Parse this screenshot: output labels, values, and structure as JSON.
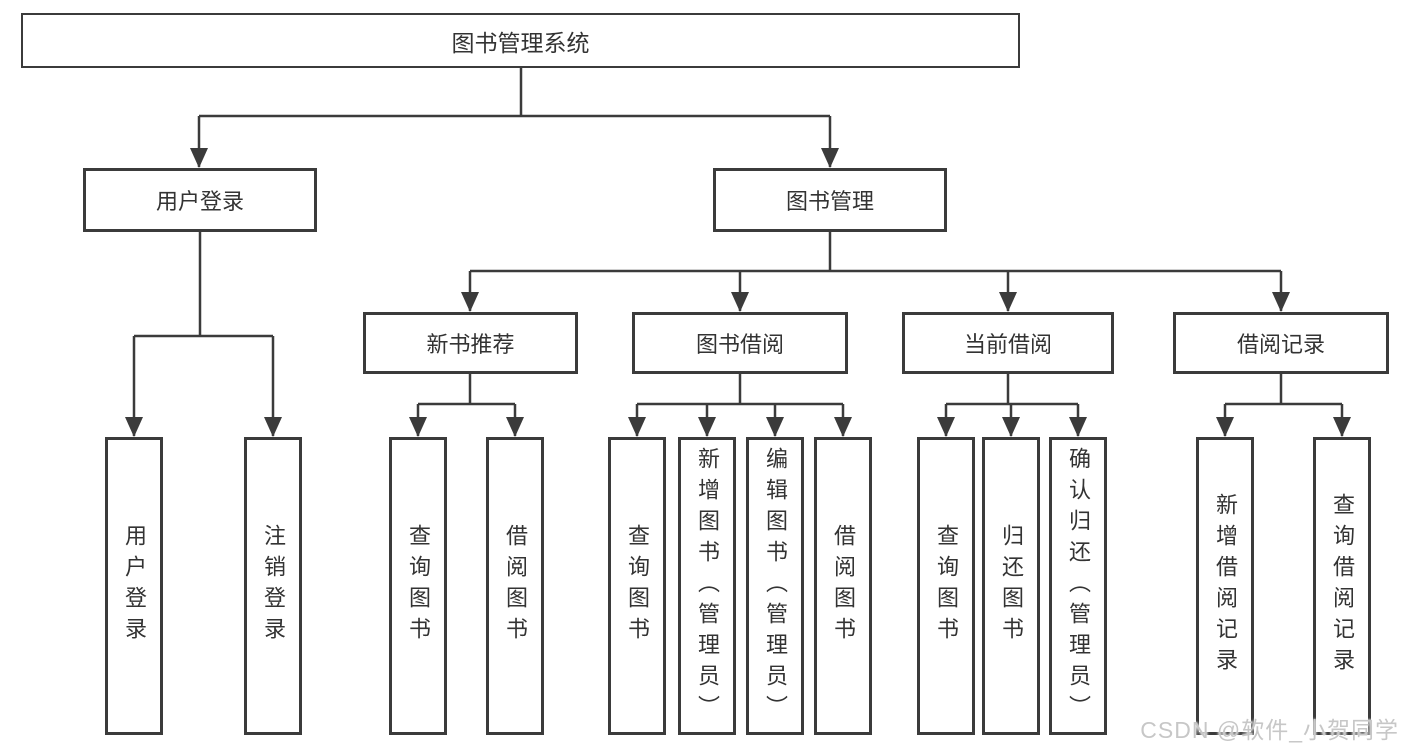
{
  "colors": {
    "border": "#3b3b3b",
    "text": "#333333",
    "background": "#ffffff",
    "watermark": "#c7c7c7"
  },
  "watermark": {
    "text": "CSDN @软件_小贺同学"
  },
  "tree": {
    "label": "图书管理系统",
    "children": [
      {
        "label": "用户登录",
        "children": [
          {
            "label": "用户登录"
          },
          {
            "label": "注销登录"
          }
        ]
      },
      {
        "label": "图书管理",
        "children": [
          {
            "label": "新书推荐",
            "children": [
              {
                "label": "查询图书"
              },
              {
                "label": "借阅图书"
              }
            ]
          },
          {
            "label": "图书借阅",
            "children": [
              {
                "label": "查询图书"
              },
              {
                "label": "新增图书（管理员）"
              },
              {
                "label": "编辑图书（管理员）"
              },
              {
                "label": "借阅图书"
              }
            ]
          },
          {
            "label": "当前借阅",
            "children": [
              {
                "label": "查询图书"
              },
              {
                "label": "归还图书"
              },
              {
                "label": "确认归还（管理员）"
              }
            ]
          },
          {
            "label": "借阅记录",
            "children": [
              {
                "label": "新增借阅记录"
              },
              {
                "label": "查询借阅记录"
              }
            ]
          }
        ]
      }
    ]
  }
}
